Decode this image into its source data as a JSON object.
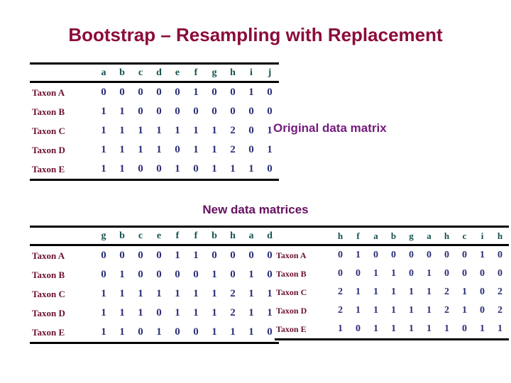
{
  "slide": {
    "title": "Bootstrap – Resampling with Replacement",
    "background": "#ffffff",
    "title_color": "#8c0b3c"
  },
  "callouts": {
    "original": "Original data matrix",
    "new": "New data matrices",
    "color": "#6d146d"
  },
  "colors": {
    "title": "#8c0b3c",
    "callout": "#6d146d",
    "column_header": "#13514f",
    "row_label": "#6b1030",
    "cell_value": "#2b2f77",
    "rule": "#000000"
  },
  "matrices": {
    "original": {
      "name": "original-data-matrix",
      "corner_label": "",
      "columns": [
        "a",
        "b",
        "c",
        "d",
        "e",
        "f",
        "g",
        "h",
        "i",
        "j"
      ],
      "rows": [
        {
          "label": "Taxon A",
          "values": [
            "0",
            "0",
            "0",
            "0",
            "0",
            "1",
            "0",
            "0",
            "1",
            "0"
          ]
        },
        {
          "label": "Taxon B",
          "values": [
            "1",
            "1",
            "0",
            "0",
            "0",
            "0",
            "0",
            "0",
            "0",
            "0"
          ]
        },
        {
          "label": "Taxon C",
          "values": [
            "1",
            "1",
            "1",
            "1",
            "1",
            "1",
            "1",
            "2",
            "0",
            "1"
          ]
        },
        {
          "label": "Taxon D",
          "values": [
            "1",
            "1",
            "1",
            "1",
            "0",
            "1",
            "1",
            "2",
            "0",
            "1"
          ]
        },
        {
          "label": "Taxon E",
          "values": [
            "1",
            "1",
            "0",
            "0",
            "1",
            "0",
            "1",
            "1",
            "1",
            "0"
          ]
        }
      ]
    },
    "new_left": {
      "name": "new-data-matrix-1",
      "corner_label": "",
      "columns": [
        "g",
        "b",
        "c",
        "e",
        "f",
        "f",
        "b",
        "h",
        "a",
        "d"
      ],
      "rows": [
        {
          "label": "Taxon A",
          "values": [
            "0",
            "0",
            "0",
            "0",
            "1",
            "1",
            "0",
            "0",
            "0",
            "0"
          ]
        },
        {
          "label": "Taxon B",
          "values": [
            "0",
            "1",
            "0",
            "0",
            "0",
            "0",
            "1",
            "0",
            "1",
            "0"
          ]
        },
        {
          "label": "Taxon C",
          "values": [
            "1",
            "1",
            "1",
            "1",
            "1",
            "1",
            "1",
            "2",
            "1",
            "1"
          ]
        },
        {
          "label": "Taxon D",
          "values": [
            "1",
            "1",
            "1",
            "0",
            "1",
            "1",
            "1",
            "2",
            "1",
            "1"
          ]
        },
        {
          "label": "Taxon E",
          "values": [
            "1",
            "1",
            "0",
            "1",
            "0",
            "0",
            "1",
            "1",
            "1",
            "0"
          ]
        }
      ]
    },
    "new_right": {
      "name": "new-data-matrix-2",
      "corner_label": "",
      "columns": [
        "h",
        "f",
        "a",
        "b",
        "g",
        "a",
        "h",
        "c",
        "i",
        "h"
      ],
      "rows": [
        {
          "label": "Taxon A",
          "values": [
            "0",
            "1",
            "0",
            "0",
            "0",
            "0",
            "0",
            "0",
            "1",
            "0"
          ]
        },
        {
          "label": "Taxon B",
          "values": [
            "0",
            "0",
            "1",
            "1",
            "0",
            "1",
            "0",
            "0",
            "0",
            "0"
          ]
        },
        {
          "label": "Taxon C",
          "values": [
            "2",
            "1",
            "1",
            "1",
            "1",
            "1",
            "2",
            "1",
            "0",
            "2"
          ]
        },
        {
          "label": "Taxon D",
          "values": [
            "2",
            "1",
            "1",
            "1",
            "1",
            "1",
            "2",
            "1",
            "0",
            "2"
          ]
        },
        {
          "label": "Taxon E",
          "values": [
            "1",
            "0",
            "1",
            "1",
            "1",
            "1",
            "1",
            "0",
            "1",
            "1"
          ]
        }
      ]
    }
  }
}
